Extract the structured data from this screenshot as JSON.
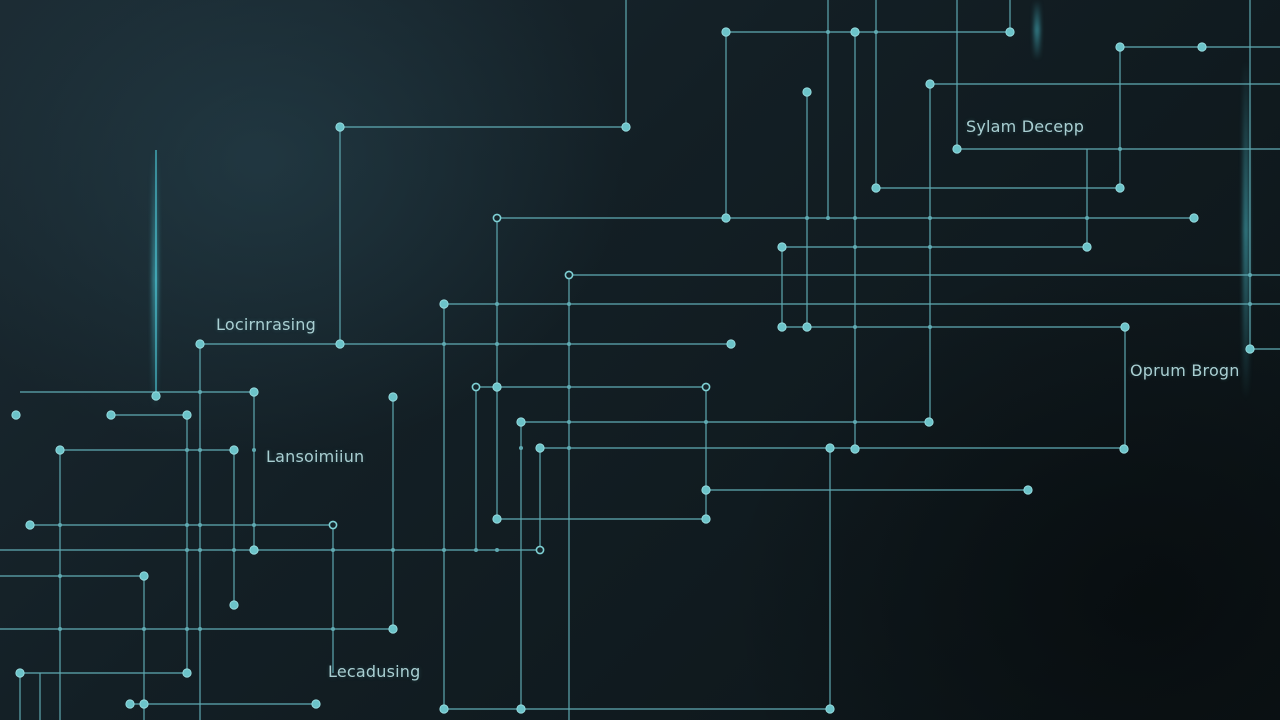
{
  "labels": {
    "top_right": "Sylam Decepp",
    "left_upper": "Locirnrasing",
    "right_middle": "Oprum Brogn",
    "left_middle": "Lansoimiiun",
    "bottom_left": "Lecadusing"
  },
  "colors": {
    "background": "#0e171c",
    "trace": "#5fa9b1",
    "node": "#6cc3c9",
    "text": "#a9cfd2",
    "glow": "#4fd0e0"
  }
}
